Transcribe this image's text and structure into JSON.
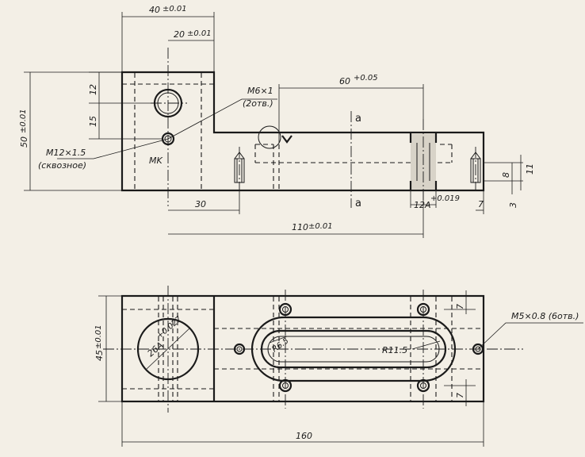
{
  "drawing": {
    "dims": {
      "w40": "40",
      "w40_tol": "±0.01",
      "w20": "20",
      "w20_tol": "±0.01",
      "w60": "60",
      "w60_tol": "+0.05",
      "h50": "50",
      "h50_tol": "±0.01",
      "h12": "12",
      "h15": "15",
      "d30": "30",
      "d110": "110",
      "d110_tol": "±0.01",
      "slot12": "12A",
      "slot12_tol": "+0.019",
      "d7": "7",
      "d8": "8",
      "d11": "11",
      "d3": "3",
      "w45": "45",
      "w45_tol": "±0.01",
      "d160": "160",
      "top7a": "7",
      "top7b": "7"
    },
    "notes": {
      "m12": "M12×1.5",
      "m12_sub": "(сквозное)",
      "m6": "M6×1",
      "m6_sub": "(2отв.)",
      "mk": "MK",
      "m5": "M5×0.8 (6отв.)",
      "bore": "26A",
      "bore_tol": "+0.027",
      "r65": "R6.5",
      "r115": "R11.5"
    },
    "section": {
      "top": "a",
      "bottom": "a"
    }
  }
}
